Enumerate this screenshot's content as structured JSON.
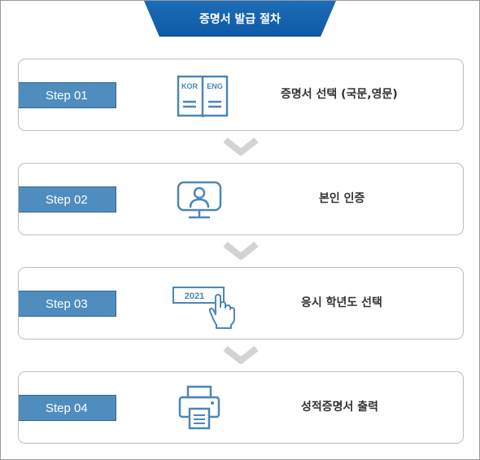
{
  "header": {
    "title": "증명서 발급 절차"
  },
  "steps": [
    {
      "badge": "Step 01",
      "label": "증명서 선택 (국문,영문)",
      "icon": "book-kor-eng-icon",
      "icon_text_left": "KOR",
      "icon_text_right": "ENG"
    },
    {
      "badge": "Step 02",
      "label": "본인 인증",
      "icon": "monitor-user-icon"
    },
    {
      "badge": "Step 03",
      "label": "응시 학년도 선택",
      "icon": "hand-click-year-icon",
      "icon_text": "2021"
    },
    {
      "badge": "Step 04",
      "label": "성적증명서 출력",
      "icon": "printer-icon"
    }
  ],
  "colors": {
    "header_bg": "#0e5aa6",
    "badge_bg": "#4f8dbf",
    "icon_stroke": "#4a87b8",
    "arrow": "#d3d3d3"
  }
}
